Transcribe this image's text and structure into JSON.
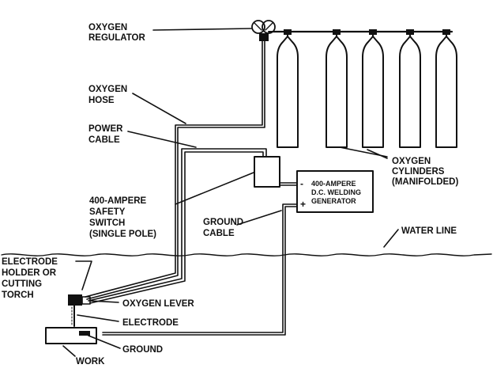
{
  "labels": {
    "oxygen_regulator": [
      "OXYGEN",
      "REGULATOR"
    ],
    "oxygen_hose": [
      "OXYGEN",
      "HOSE"
    ],
    "power_cable": [
      "POWER",
      "CABLE"
    ],
    "safety_switch": [
      "400-AMPERE",
      "SAFETY",
      "SWITCH",
      "(SINGLE POLE)"
    ],
    "ground_cable": [
      "GROUND",
      "CABLE"
    ],
    "electrode_holder": [
      "ELECTRODE",
      "HOLDER OR",
      "CUTTING",
      "TORCH"
    ],
    "oxygen_lever": "OXYGEN LEVER",
    "electrode": "ELECTRODE",
    "ground": "GROUND",
    "work": "WORK",
    "water_line": "WATER LINE",
    "oxygen_cylinders": [
      "OXYGEN",
      "CYLINDERS",
      "(MANIFOLDED)"
    ],
    "generator": [
      "400-AMPERE",
      "D.C. WELDING",
      "GENERATOR"
    ],
    "minus_sign": "-",
    "plus_sign": "+"
  }
}
